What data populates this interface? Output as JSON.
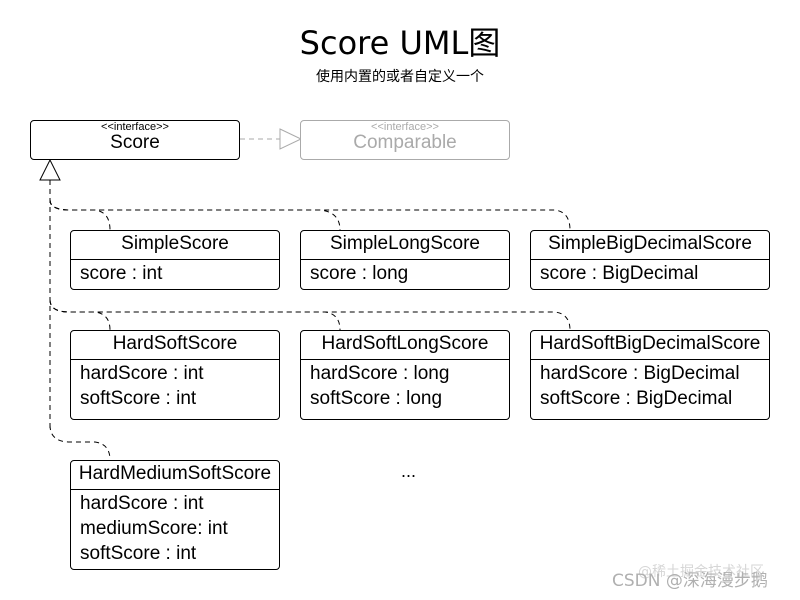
{
  "title": "Score UML图",
  "subtitle": "使用内置的或者自定义一个",
  "interfaces": {
    "score": {
      "stereotype": "<<interface>>",
      "name": "Score"
    },
    "comparable": {
      "stereotype": "<<interface>>",
      "name": "Comparable"
    }
  },
  "classes": {
    "simple": {
      "name": "SimpleScore",
      "attrs": [
        "score : int"
      ]
    },
    "simple_long": {
      "name": "SimpleLongScore",
      "attrs": [
        "score : long"
      ]
    },
    "simple_bigdecimal": {
      "name": "SimpleBigDecimalScore",
      "attrs": [
        "score : BigDecimal"
      ]
    },
    "hard_soft": {
      "name": "HardSoftScore",
      "attrs": [
        "hardScore : int",
        "softScore : int"
      ]
    },
    "hard_soft_long": {
      "name": "HardSoftLongScore",
      "attrs": [
        "hardScore : long",
        "softScore : long"
      ]
    },
    "hard_soft_bigdecimal": {
      "name": "HardSoftBigDecimalScore",
      "attrs": [
        "hardScore : BigDecimal",
        "softScore : BigDecimal"
      ]
    },
    "hard_medium_soft": {
      "name": "HardMediumSoftScore",
      "attrs": [
        "hardScore : int",
        "mediumScore: int",
        "softScore : int"
      ]
    }
  },
  "ellipsis": "...",
  "watermark": {
    "main": "CSDN @深海漫步鹅",
    "background": "@稀土掘金技术社区"
  },
  "colors": {
    "line": "#000000",
    "faded": "#aaaaaa",
    "watermark": "#b0b0b0"
  }
}
